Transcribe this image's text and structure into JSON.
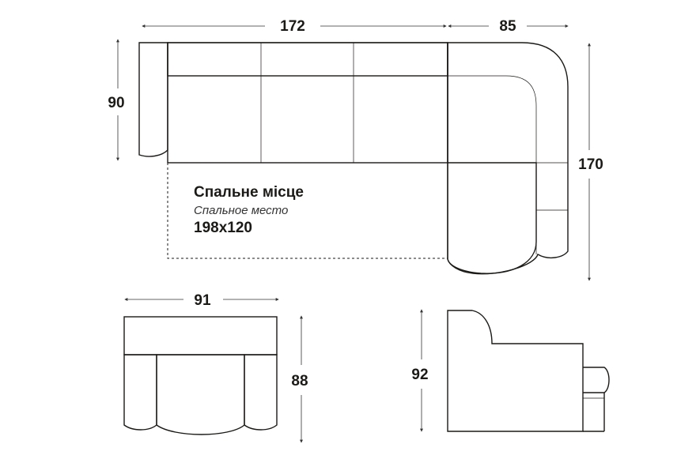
{
  "top_view": {
    "width_main": "172",
    "width_corner": "85",
    "depth": "90",
    "length": "170",
    "sleeping_area": {
      "title": "Спальне місце",
      "subtitle": "Спальное место",
      "size": "198x120"
    }
  },
  "front_view": {
    "width": "91",
    "height": "88"
  },
  "side_view": {
    "height": "92"
  }
}
